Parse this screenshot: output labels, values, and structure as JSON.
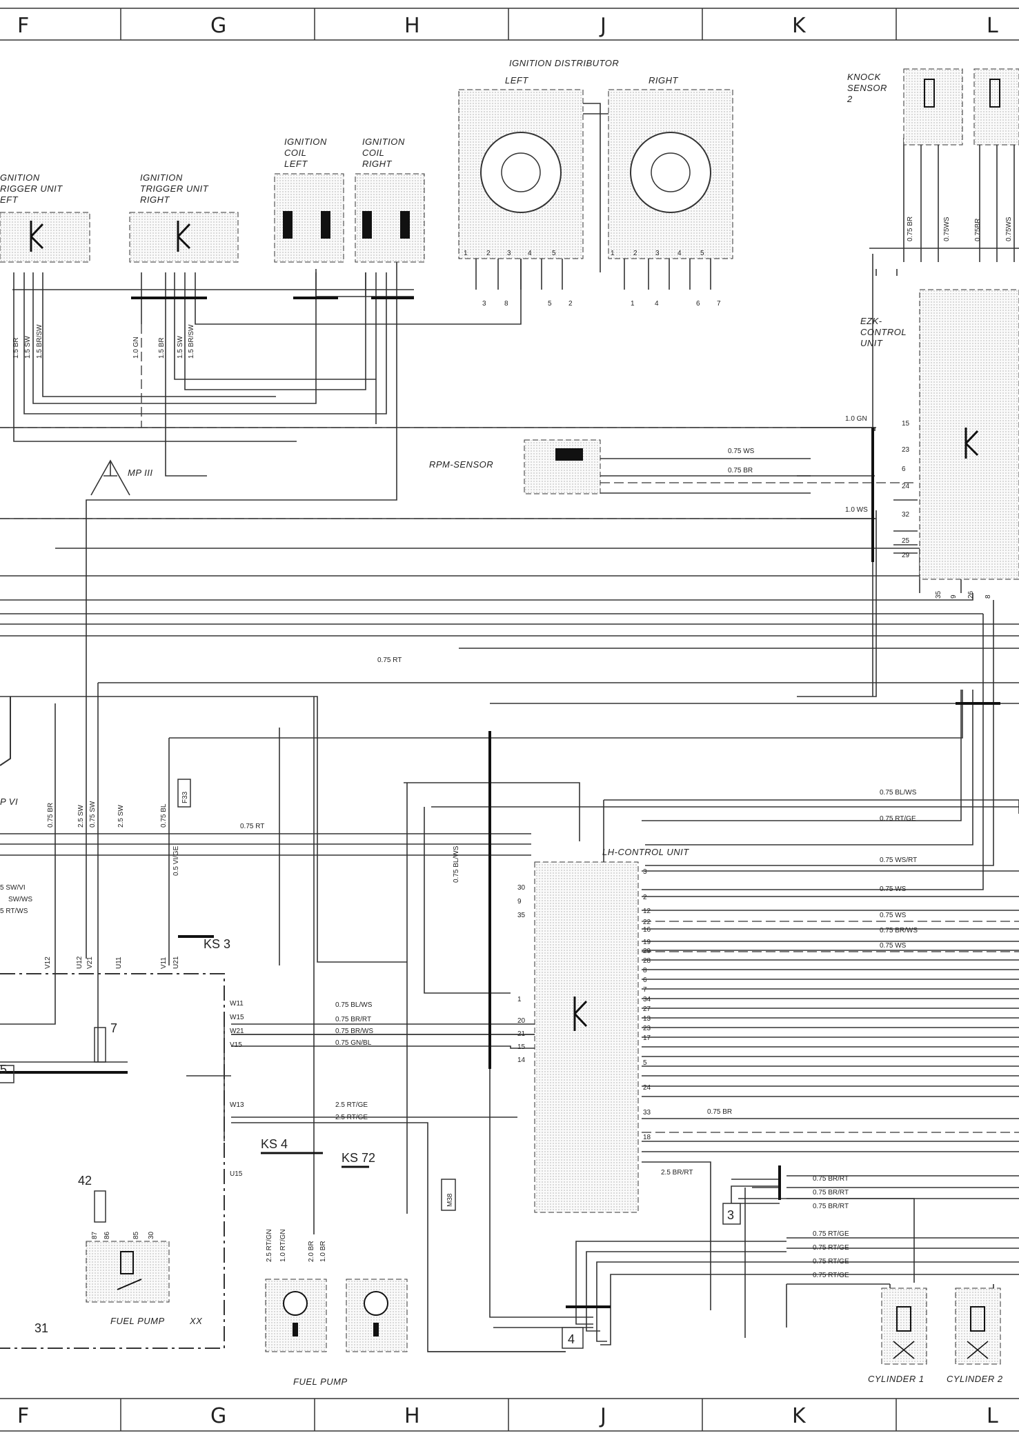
{
  "columns": [
    "F",
    "G",
    "H",
    "J",
    "K",
    "L"
  ],
  "components": {
    "ignition_distributor": "IGNITION DISTRIBUTOR",
    "dist_left": "LEFT",
    "dist_right": "RIGHT",
    "coil_left": [
      "IGNITION",
      "COIL",
      "LEFT"
    ],
    "coil_right": [
      "IGNITION",
      "COIL",
      "RIGHT"
    ],
    "trigger_left": [
      "GNITION",
      "RIGGER UNIT",
      "EFT"
    ],
    "trigger_right": [
      "IGNITION",
      "TRIGGER UNIT",
      "RIGHT"
    ],
    "knock_sensor": [
      "KNOCK",
      "SENSOR",
      "2"
    ],
    "ezk": [
      "EZK-",
      "CONTROL",
      "UNIT"
    ],
    "rpm_sensor": "RPM-SENSOR",
    "mp3": "MP III",
    "mp6": "P VI",
    "lh_control": "LH-CONTROL UNIT",
    "fuel_pump_xx": "FUEL PUMP",
    "xx": "XX",
    "fuel_pump_bottom": "FUEL PUMP",
    "cylinder1": "CYLINDER 1",
    "cylinder2": "CYLINDER 2",
    "ks3": "KS 3",
    "ks4": "KS 4",
    "ks72": "KS 72",
    "f33": "F33",
    "m38": "M38",
    "relay_7": "7",
    "relay_42": "42",
    "ground_31": "31",
    "box_3": "3",
    "box_4": "4",
    "left_5": "5"
  },
  "wires": {
    "w075rt": "0.75 RT",
    "w075ws": "0.75 WS",
    "w075br": "0.75 BR",
    "w10gn": "1.0 GN",
    "w10ws": "1.0 WS",
    "w075blws": "0.75 BL/WS",
    "w075rtge": "0.75 RT/GE",
    "w075wsrt": "0.75 WS/RT",
    "w075brws": "0.75 BR/WS",
    "w075brrt": "0.75 BR/RT",
    "w075gnbl": "0.75 GN/BL",
    "w25rtge": "2.5 RT/GE",
    "w25brrt": "2.5 BR/RT",
    "sw_vi": "5 SW/VI",
    "sw_ws": "SW/WS",
    "rt_ws": "5 RT/WS",
    "v15br": "1.5 BR",
    "v15sw": "1.5 SW",
    "v15brsw": "1.5 BR/SW",
    "v10gn": "1.0 GN",
    "v075br": "0.75 BR",
    "v25sw": "2.5 SW",
    "v075sw": "0.75 SW",
    "v075bl": "0.75 BL",
    "v05vige": "0.5 VI/GE",
    "v075blws": "0.75 BL/WS",
    "v25rtgn": "2.5 RT/GN",
    "v10rtgn": "1.0 RT/GN",
    "v20br": "2.0 BR",
    "v10br": "1.0 BR",
    "v075brk": "0.75 BR",
    "v075ws_k": "0.75WS",
    "v075br_k": "0.75BR",
    "v075ws_k2": "0.75WS"
  },
  "lh_pins_left": [
    "30",
    "9",
    "35",
    "1",
    "20",
    "21",
    "15",
    "14"
  ],
  "lh_pins_right": [
    "3",
    "2",
    "12",
    "22",
    "16",
    "19",
    "29",
    "28",
    "8",
    "6",
    "7",
    "34",
    "27",
    "13",
    "23",
    "17",
    "5",
    "24",
    "33",
    "18"
  ],
  "ezk_pins": [
    "15",
    "23",
    "6",
    "24",
    "32",
    "25",
    "29"
  ],
  "ezk_bottom": [
    "35",
    "9",
    "26",
    "8"
  ],
  "connector_w": [
    "W11",
    "W15",
    "W21",
    "V15",
    "W13",
    "U15"
  ],
  "connector_top": [
    "V12",
    "U12",
    "V21",
    "U11",
    "V11",
    "U21"
  ],
  "relay_pins": [
    "87",
    "86",
    "85",
    "30"
  ],
  "dist_pins": [
    "1",
    "2",
    "3",
    "4",
    "5"
  ],
  "dist_out_left": [
    "3",
    "8",
    "5",
    "2"
  ],
  "dist_out_right": [
    "1",
    "4",
    "6",
    "7"
  ]
}
